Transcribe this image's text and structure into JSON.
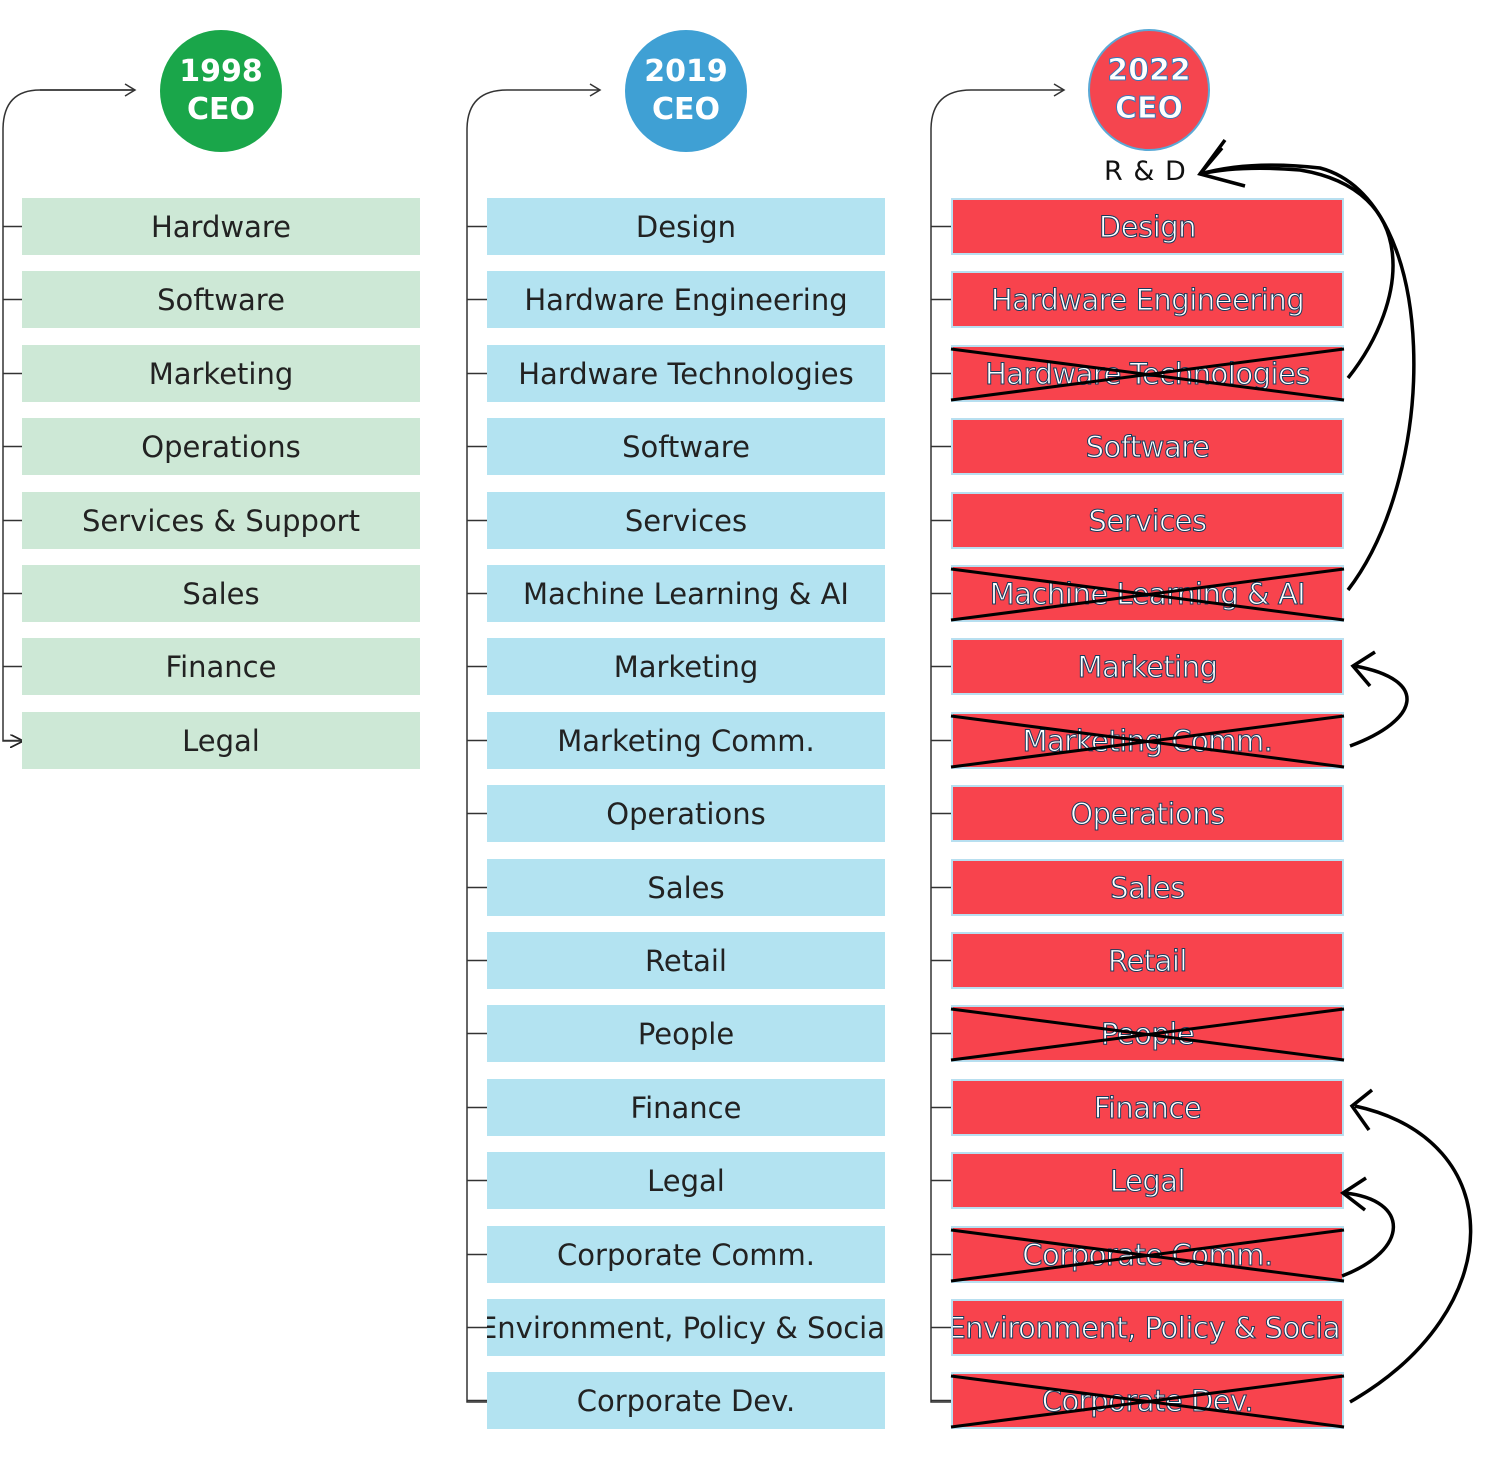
{
  "colors": {
    "ceo_1998": "#1aa64a",
    "ceo_2019": "#3fa0d4",
    "ceo_2022": "#f5454f",
    "box_1998": "#cde8d6",
    "box_2019": "#b3e3f1",
    "box_2022": "#f8434d"
  },
  "columns": [
    {
      "year": "1998",
      "title": "CEO",
      "items": [
        "Hardware",
        "Software",
        "Marketing",
        "Operations",
        "Services & Support",
        "Sales",
        "Finance",
        "Legal"
      ]
    },
    {
      "year": "2019",
      "title": "CEO",
      "items": [
        "Design",
        "Hardware Engineering",
        "Hardware Technologies",
        "Software",
        "Services",
        "Machine Learning & AI",
        "Marketing",
        "Marketing Comm.",
        "Operations",
        "Sales",
        "Retail",
        "People",
        "Finance",
        "Legal",
        "Corporate Comm.",
        "Environment, Policy & Social",
        "Corporate Dev."
      ]
    },
    {
      "year": "2022",
      "title": "CEO",
      "items": [
        "Design",
        "Hardware Engineering",
        "Hardware Technologies",
        "Software",
        "Services",
        "Machine Learning & AI",
        "Marketing",
        "Marketing Comm.",
        "Operations",
        "Sales",
        "Retail",
        "People",
        "Finance",
        "Legal",
        "Corporate Comm.",
        "Environment, Policy & Social",
        "Corporate Dev."
      ],
      "crossed_out": [
        2,
        5,
        7,
        11,
        14,
        16
      ]
    }
  ],
  "rd_label": "R & D",
  "merges": [
    {
      "from": "Hardware Technologies",
      "to": "R & D"
    },
    {
      "from": "Machine Learning & AI",
      "to": "R & D"
    },
    {
      "from": "Marketing Comm.",
      "to": "Marketing"
    },
    {
      "from": "Corporate Comm.",
      "to": "Legal"
    },
    {
      "from": "Corporate Dev.",
      "to": "Finance"
    }
  ]
}
